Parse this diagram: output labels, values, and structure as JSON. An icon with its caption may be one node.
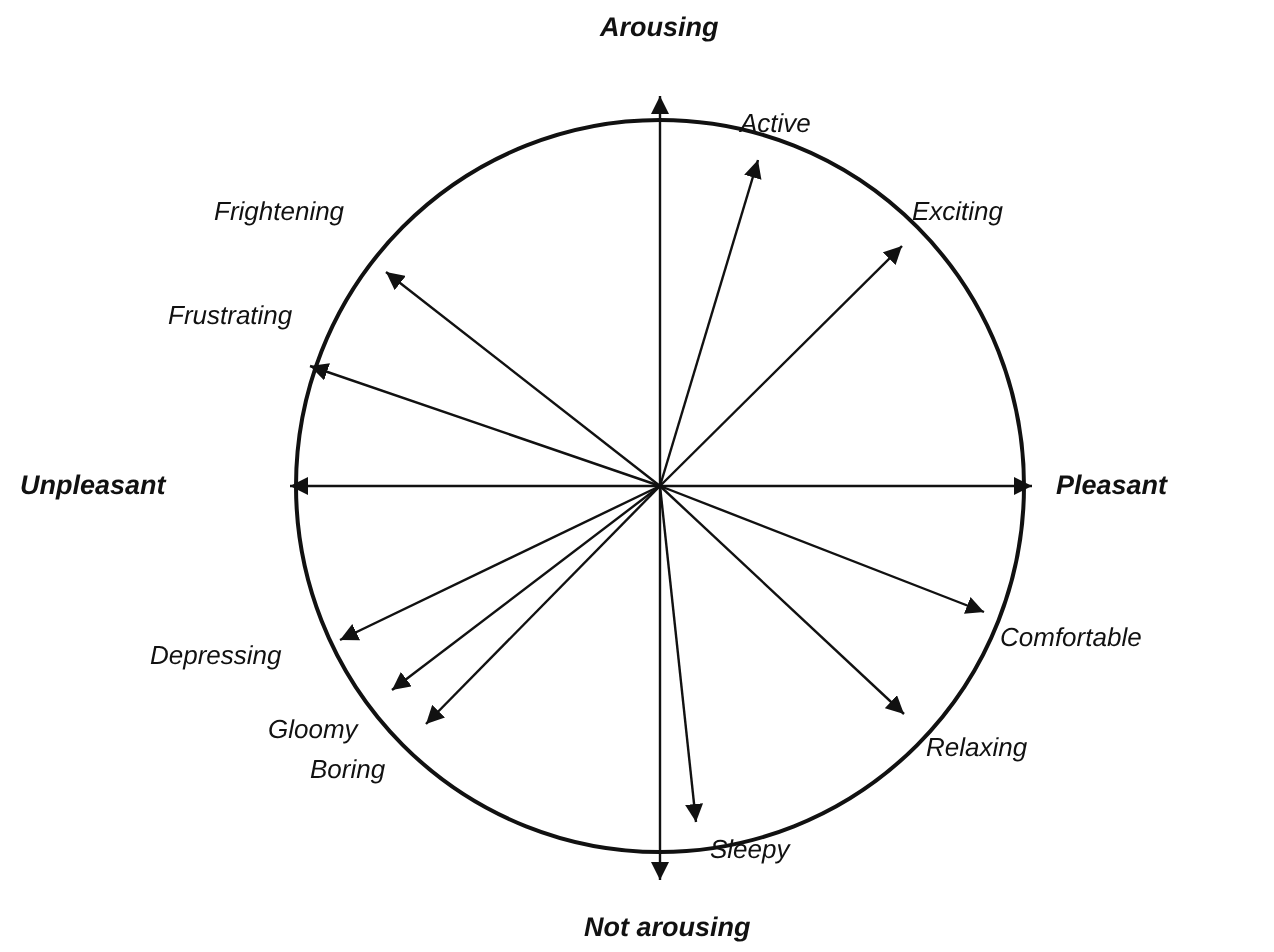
{
  "diagram": {
    "nodes": [
      {
        "text": [
          "Arousing"
        ]
      },
      {
        "text": [
          "Active"
        ]
      },
      {
        "text": [
          "Frightening"
        ]
      },
      {
        "text": [
          "Exciting"
        ]
      },
      {
        "text": [
          "Frustrating"
        ]
      },
      {
        "text": [
          "Unpleasant"
        ]
      },
      {
        "text": [
          "Pleasant"
        ]
      },
      {
        "text": [
          "Comfortable"
        ]
      },
      {
        "text": [
          "Depressing"
        ]
      },
      {
        "text": [
          "Gloomy"
        ]
      },
      {
        "text": [
          "Relaxing"
        ]
      },
      {
        "text": [
          "Boring"
        ]
      },
      {
        "text": [
          "Sleepy"
        ]
      },
      {
        "text": [
          "Not arousing"
        ]
      }
    ],
    "edges": [
      {
        "from": null,
        "to": 0,
        "arrow": "to"
      },
      {
        "from": null,
        "to": 1,
        "arrow": "to"
      },
      {
        "from": null,
        "to": 2,
        "arrow": "to"
      },
      {
        "from": null,
        "to": 3,
        "arrow": "to"
      },
      {
        "from": null,
        "to": 4,
        "arrow": "to"
      },
      {
        "from": null,
        "to": 5,
        "arrow": "to"
      },
      {
        "from": null,
        "to": 6,
        "arrow": "to"
      },
      {
        "from": null,
        "to": 7,
        "arrow": "to"
      },
      {
        "from": null,
        "to": 8,
        "arrow": "to"
      },
      {
        "from": null,
        "to": 9,
        "arrow": "to"
      },
      {
        "from": null,
        "to": 10,
        "arrow": "to"
      },
      {
        "from": null,
        "to": 11,
        "arrow": "to"
      },
      {
        "from": null,
        "to": 12,
        "arrow": "to"
      },
      {
        "from": null,
        "to": 13,
        "arrow": "to"
      }
    ]
  }
}
